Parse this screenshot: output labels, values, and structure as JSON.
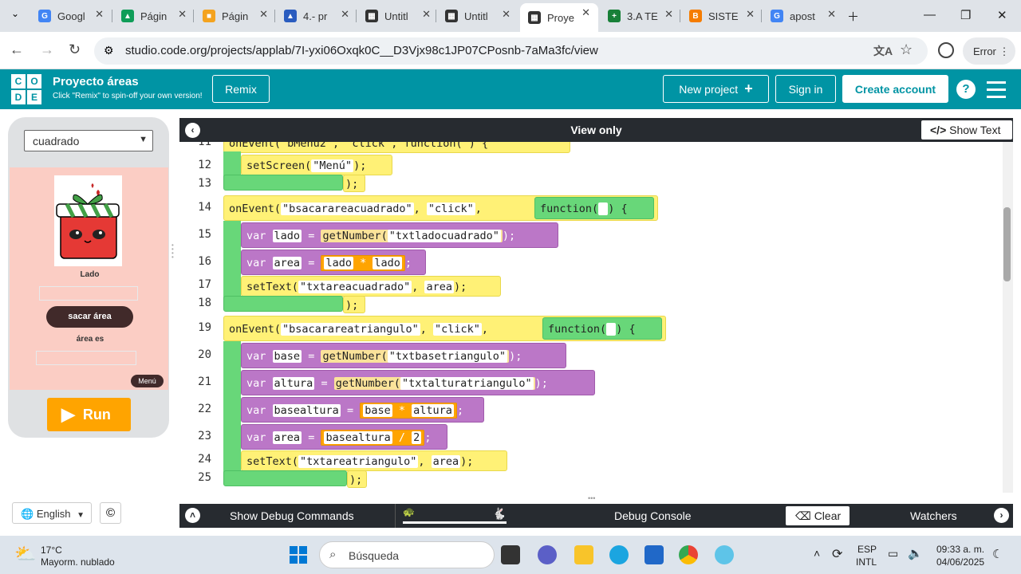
{
  "browser": {
    "tabs": [
      {
        "title": "Googl",
        "color": "#4285f4",
        "glyph": "G"
      },
      {
        "title": "Págin",
        "color": "#0f9d58",
        "glyph": "▲"
      },
      {
        "title": "Págin",
        "color": "#f4a31f",
        "glyph": "■"
      },
      {
        "title": "4.- pr",
        "color": "#2a5cbf",
        "glyph": "▲"
      },
      {
        "title": "Untitl",
        "color": "#333",
        "glyph": "▦"
      },
      {
        "title": "Untitl",
        "color": "#333",
        "glyph": "▦"
      },
      {
        "title": "Proye",
        "color": "#333",
        "glyph": "▦"
      },
      {
        "title": "3.A TE",
        "color": "#188038",
        "glyph": "+"
      },
      {
        "title": "SISTE",
        "color": "#f57c00",
        "glyph": "B"
      },
      {
        "title": "apost",
        "color": "#4285f4",
        "glyph": "G"
      }
    ],
    "url": "studio.code.org/projects/applab/7I-yxi06Oxqk0C__D3Vjx98c1JP07CPosnb-7aMa3fc/view",
    "error_label": "Error"
  },
  "header": {
    "logo": [
      "C",
      "O",
      "D",
      "E"
    ],
    "title": "Proyecto áreas",
    "subtitle": "Click \"Remix\" to spin-off your own version!",
    "remix": "Remix",
    "new_project": "New project",
    "sign_in": "Sign in",
    "create_account": "Create account",
    "help": "?"
  },
  "app": {
    "dropdown": "cuadrado",
    "lado_label": "Lado",
    "sacar_button": "sacar área",
    "area_label": "área es",
    "menu_button": "Menú",
    "run": "Run"
  },
  "editor": {
    "view_only": "View only",
    "show_text": "Show Text",
    "lines": [
      "11",
      "12",
      "13",
      "14",
      "15",
      "16",
      "17",
      "18",
      "19",
      "20",
      "21",
      "22",
      "23",
      "24",
      "25"
    ],
    "code": {
      "l11": "onEvent(\"bMenu2\", \"click\", function( ) {",
      "l12a": "setScreen(",
      "l12b": "\"Menú\"",
      "l12c": ");",
      "l13": ");",
      "l14a": "onEvent(",
      "l14b": "\"bsacarareacuadrado\"",
      "l14c": ",",
      "l14d": "\"click\"",
      "l14e": ",",
      "l14f": "function(",
      "l14g": ") {",
      "l15a": "var",
      "l15b": "lado",
      "l15c": "=",
      "l15d": "getNumber(",
      "l15e": "\"txtladocuadrado\"",
      "l15f": ");",
      "l16a": "var",
      "l16b": "area",
      "l16c": "=",
      "l16d": "lado",
      "l16e": "*",
      "l16f": "lado",
      "l16g": ";",
      "l17a": "setText(",
      "l17b": "\"txtareacuadrado\"",
      "l17c": ",",
      "l17d": "area",
      "l17e": ");",
      "l18": ");",
      "l19a": "onEvent(",
      "l19b": "\"bsacarareatriangulo\"",
      "l19c": ",",
      "l19d": "\"click\"",
      "l19e": ",",
      "l19f": "function(",
      "l19g": ") {",
      "l20a": "var",
      "l20b": "base",
      "l20c": "=",
      "l20d": "getNumber(",
      "l20e": "\"txtbasetriangulo\"",
      "l20f": ");",
      "l21a": "var",
      "l21b": "altura",
      "l21c": "=",
      "l21d": "getNumber(",
      "l21e": "\"txtalturatriangulo\"",
      "l21f": ");",
      "l22a": "var",
      "l22b": "basealtura",
      "l22c": "=",
      "l22d": "base",
      "l22e": "*",
      "l22f": "altura",
      "l22g": ";",
      "l23a": "var",
      "l23b": "area",
      "l23c": "=",
      "l23d": "basealtura",
      "l23e": "/",
      "l23f": "2",
      "l23g": ";",
      "l24a": "setText(",
      "l24b": "\"txtareatriangulo\"",
      "l24c": ",",
      "l24d": "area",
      "l24e": ");",
      "l25": ");"
    }
  },
  "debug": {
    "show_debug": "Show Debug Commands",
    "console": "Debug Console",
    "clear": "Clear",
    "watchers": "Watchers"
  },
  "footer": {
    "language": "English",
    "copyright": "©"
  },
  "taskbar": {
    "weather_temp": "17°C",
    "weather_desc": "Mayorm. nublado",
    "search": "Búsqueda",
    "lang1": "ESP",
    "lang2": "INTL",
    "time": "09:33 a. m.",
    "date": "04/06/2025"
  }
}
